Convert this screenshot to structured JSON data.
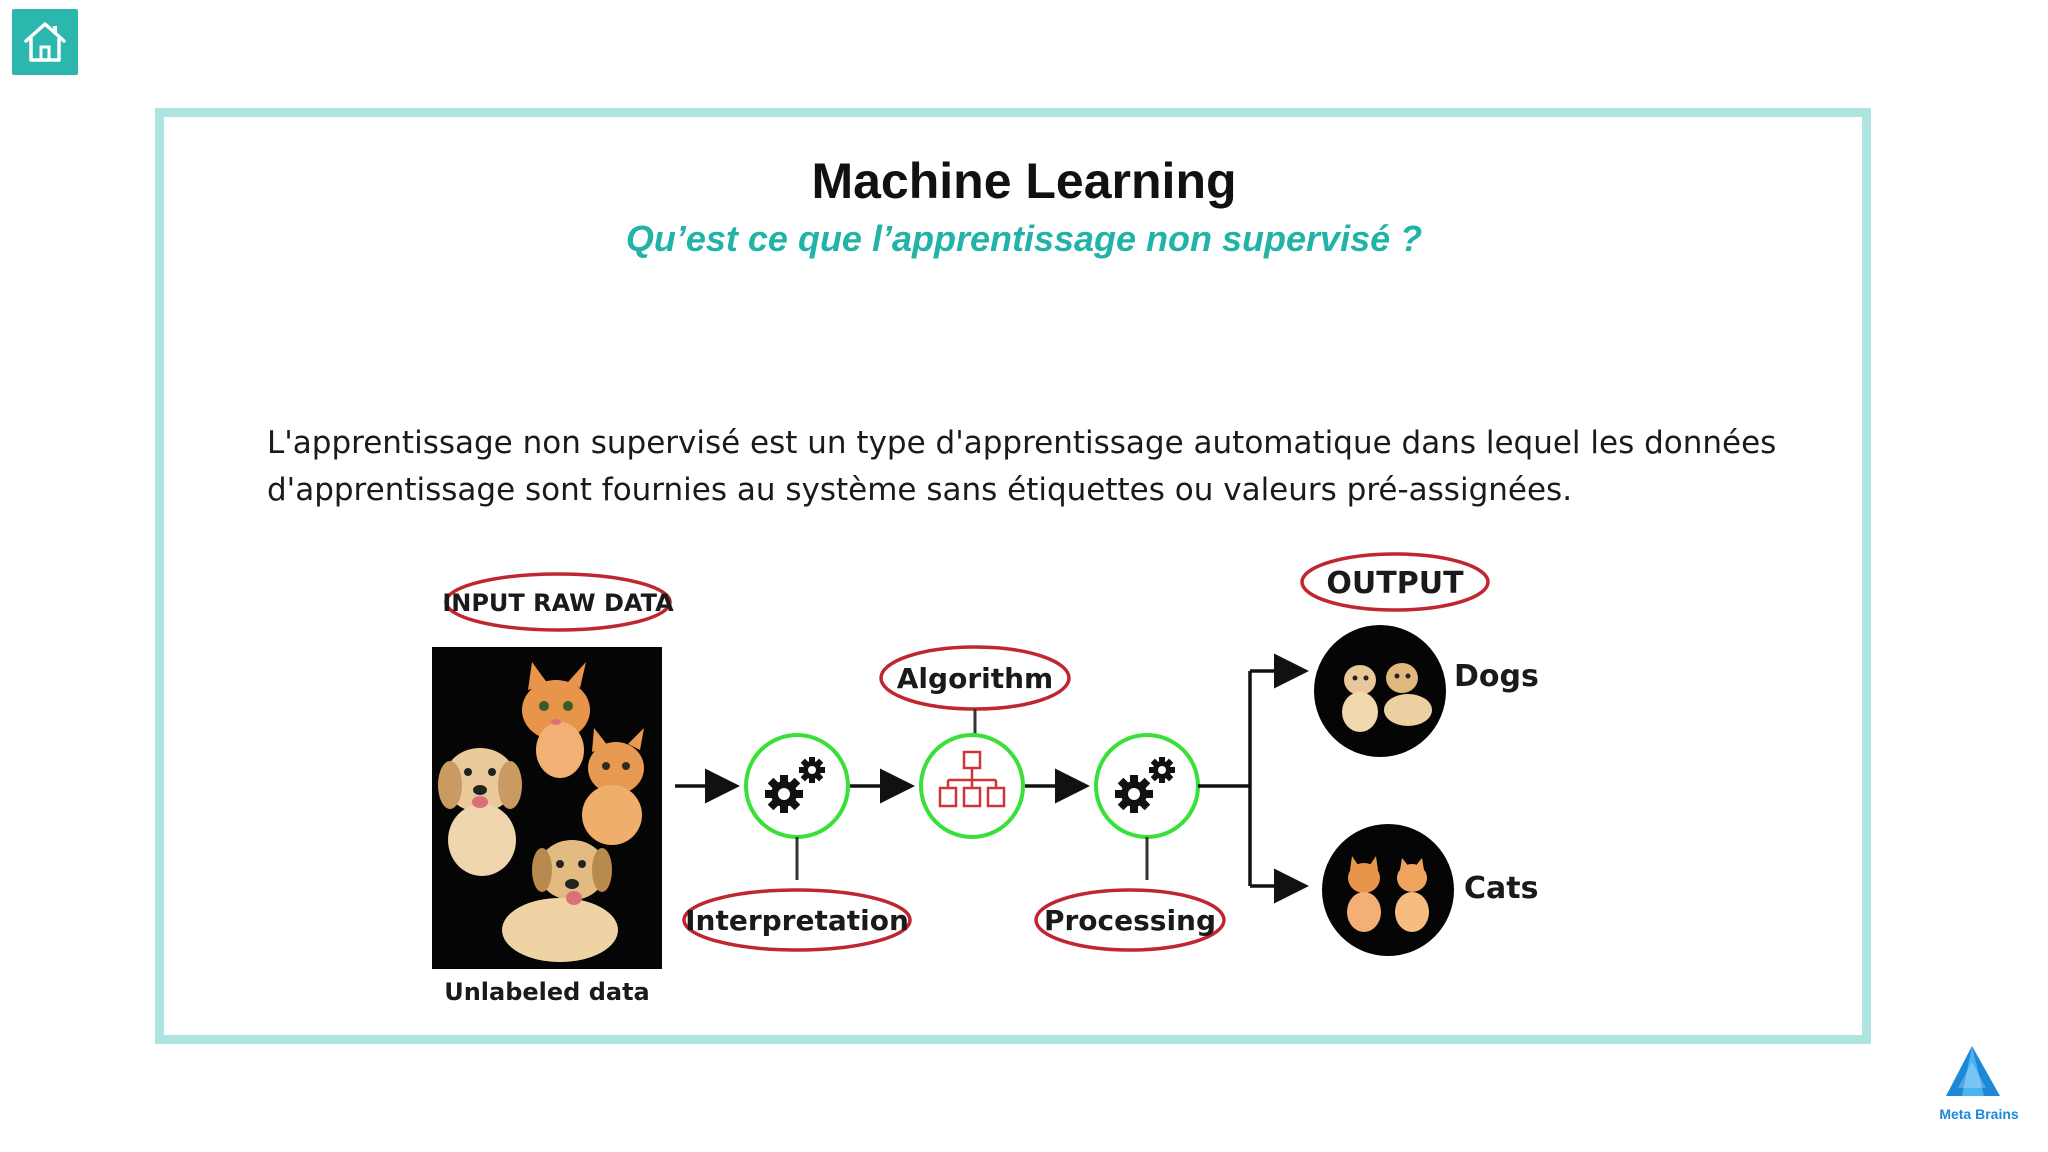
{
  "slide": {
    "title": "Machine Learning",
    "subtitle": "Qu’est ce que l’apprentissage non supervisé ?",
    "body_lines": [
      "L'apprentissage non supervisé est un type d'apprentissage automatique dans lequel les données",
      "d'apprentissage sont fournies au système sans étiquettes ou valeurs pré-assignées."
    ]
  },
  "diagram": {
    "input_label": "INPUT RAW DATA",
    "input_caption": "Unlabeled data",
    "algorithm_label": "Algorithm",
    "interpretation_label": "Interpretation",
    "processing_label": "Processing",
    "output_label": "OUTPUT",
    "output_dogs": "Dogs",
    "output_cats": "Cats"
  },
  "brand": {
    "logo_text": "Meta Brains",
    "accent_color": "#2bb7ad",
    "frame_color": "#aee4df",
    "subtitle_color": "#22b3a8",
    "oval_color": "#c0262d",
    "node_ring_color": "#38e038"
  },
  "icons": {
    "home": "home-icon",
    "gear": "gears-icon",
    "hierarchy": "hierarchy-icon",
    "logo": "meta-brains-logo"
  }
}
